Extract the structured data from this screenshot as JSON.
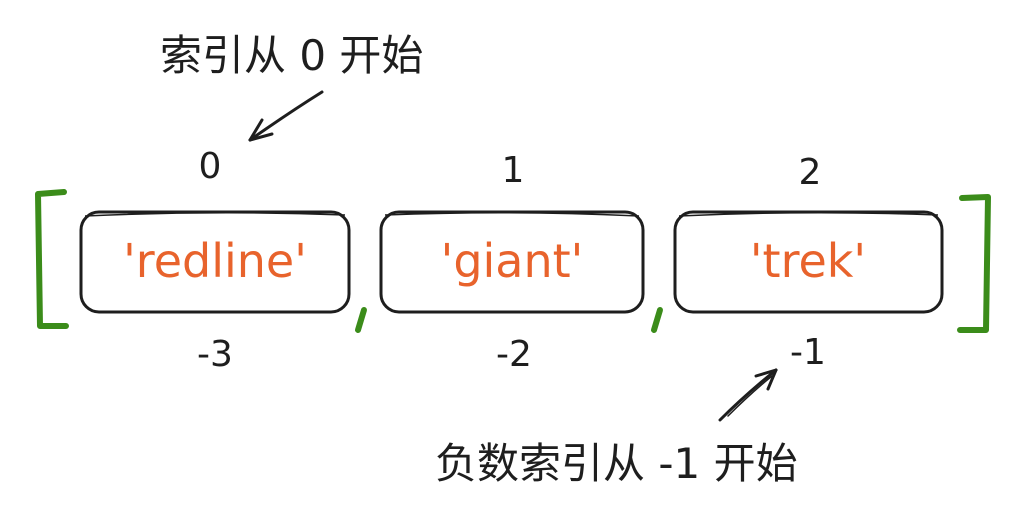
{
  "annotations": {
    "top": "索引从 0 开始",
    "bottom": "负数索引从 -1 开始"
  },
  "list": {
    "items": [
      "'redline'",
      "'giant'",
      "'trek'"
    ],
    "positive_indices": [
      "0",
      "1",
      "2"
    ],
    "negative_indices": [
      "-3",
      "-2",
      "-1"
    ]
  },
  "colors": {
    "ink": "#1e1e1e",
    "item_text": "#e8632c",
    "bracket": "#3b8c1a"
  }
}
